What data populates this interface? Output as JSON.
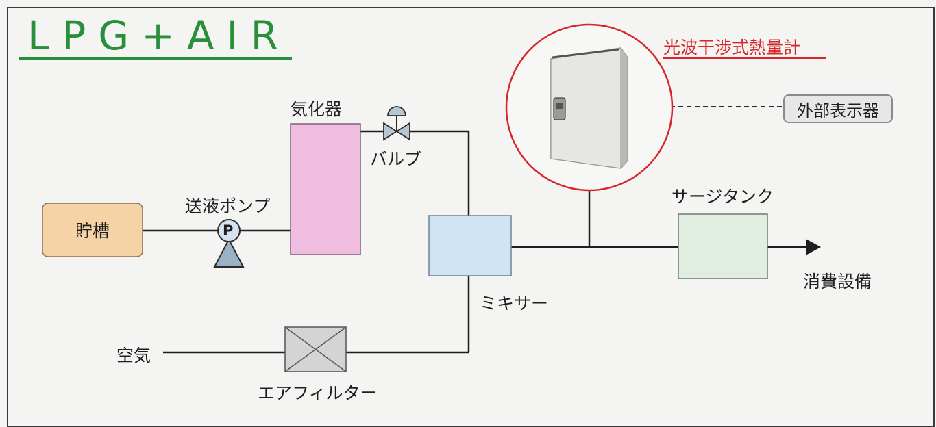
{
  "title": "LPG+AIR",
  "components": {
    "storage_tank": "貯槽",
    "pump": "送液ポンプ",
    "pump_symbol": "P",
    "vaporizer": "気化器",
    "valve": "バルブ",
    "mixer": "ミキサー",
    "surge_tank": "サージタンク",
    "consumer": "消費設備",
    "air": "空気",
    "air_filter": "エアフィルター",
    "calorimeter": "光波干渉式熱量計",
    "external_display": "外部表示器"
  },
  "colors": {
    "title": "#2a8f3a",
    "storage_tank_fill": "#f6d3a6",
    "vaporizer_fill": "#f0bde0",
    "mixer_fill": "#cfe5f6",
    "surge_tank_fill": "#dfeee0",
    "filter_fill": "#d4d4d4",
    "calorimeter_ring": "#d5262b",
    "line": "#1f1f1f"
  }
}
